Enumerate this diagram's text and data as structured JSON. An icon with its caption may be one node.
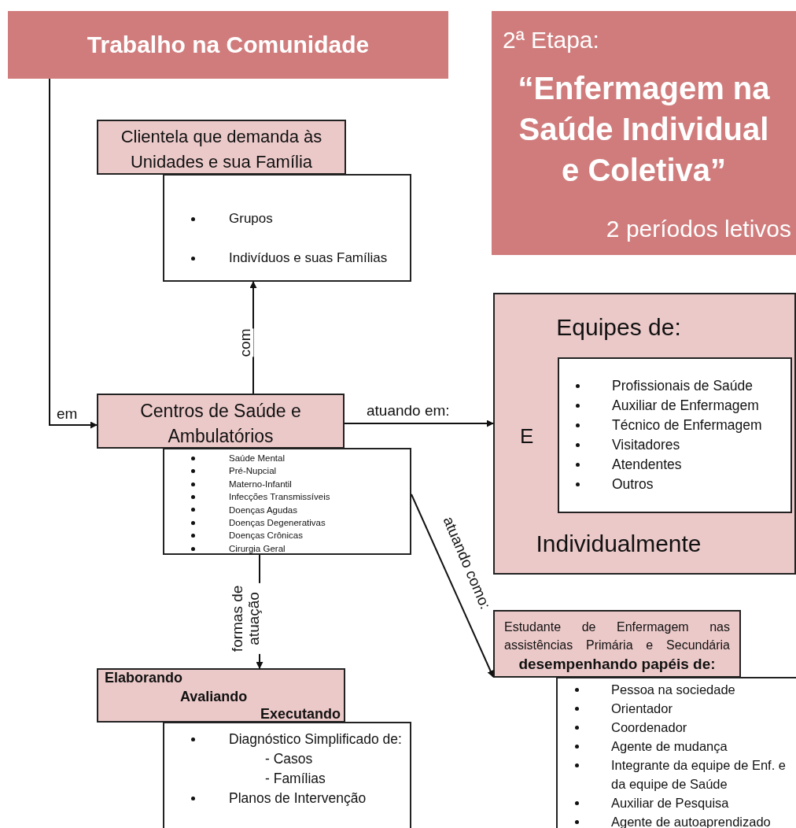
{
  "diagram": {
    "nodes": [
      {
        "text": [
          "Trabalho na Comunidade"
        ]
      },
      {
        "text": [
          "2ª Etapa:",
          "“Enfermagem na Saúde Individual e Coletiva”",
          "2 períodos letivos"
        ]
      },
      {
        "text": [
          "Clientela que demanda às Unidades e sua Família"
        ]
      },
      {
        "text": [
          "Grupos",
          "Indivíduos e suas Famílias"
        ]
      },
      {
        "text": [
          "Centros de Saúde e Ambulatórios"
        ]
      },
      {
        "text": [
          "Saúde Mental",
          "Pré-Nupcial",
          "Materno-Infantil",
          "Infecções Transmissíveis",
          "Doenças Agudas",
          "Doenças Degenerativas",
          "Doenças Crônicas",
          "Cirurgia Geral"
        ]
      },
      {
        "text": [
          "Equipes de:",
          "E",
          "Individualmente"
        ]
      },
      {
        "text": [
          "Profissionais de Saúde",
          "Auxiliar de Enfermagem",
          "Técnico de Enfermagem",
          "Visitadores",
          "Atendentes",
          "Outros"
        ],
        "in": 6
      },
      {
        "text": [
          "Estudante de Enfermagem nas assistências Primária e Secundária",
          "desempenhando papéis de:"
        ]
      },
      {
        "text": [
          "Pessoa na sociedade",
          "Orientador",
          "Coordenador",
          "Agente de mudança",
          "Integrante da equipe de Enf. e da equipe de Saúde",
          "Auxiliar de Pesquisa",
          "Agente de autoaprendizado"
        ]
      },
      {
        "text": [
          "Elaborando",
          "Avaliando",
          "Executando"
        ]
      },
      {
        "text": [
          "Diagnóstico Simplificado de:",
          "- Casos",
          "- Famílias",
          "Planos de Intervenção"
        ]
      }
    ],
    "edges": [
      {
        "from": 0,
        "to": 4,
        "arrow": "to",
        "label": "em"
      },
      {
        "from": 4,
        "to": 3,
        "arrow": "to",
        "label": "com"
      },
      {
        "from": 4,
        "to": 6,
        "arrow": "to",
        "label": "atuando em:"
      },
      {
        "from": 5,
        "to": 8,
        "arrow": "to",
        "label": "atuando como:"
      },
      {
        "from": 5,
        "to": 10,
        "arrow": "to",
        "label": "formas de atuação"
      }
    ]
  }
}
